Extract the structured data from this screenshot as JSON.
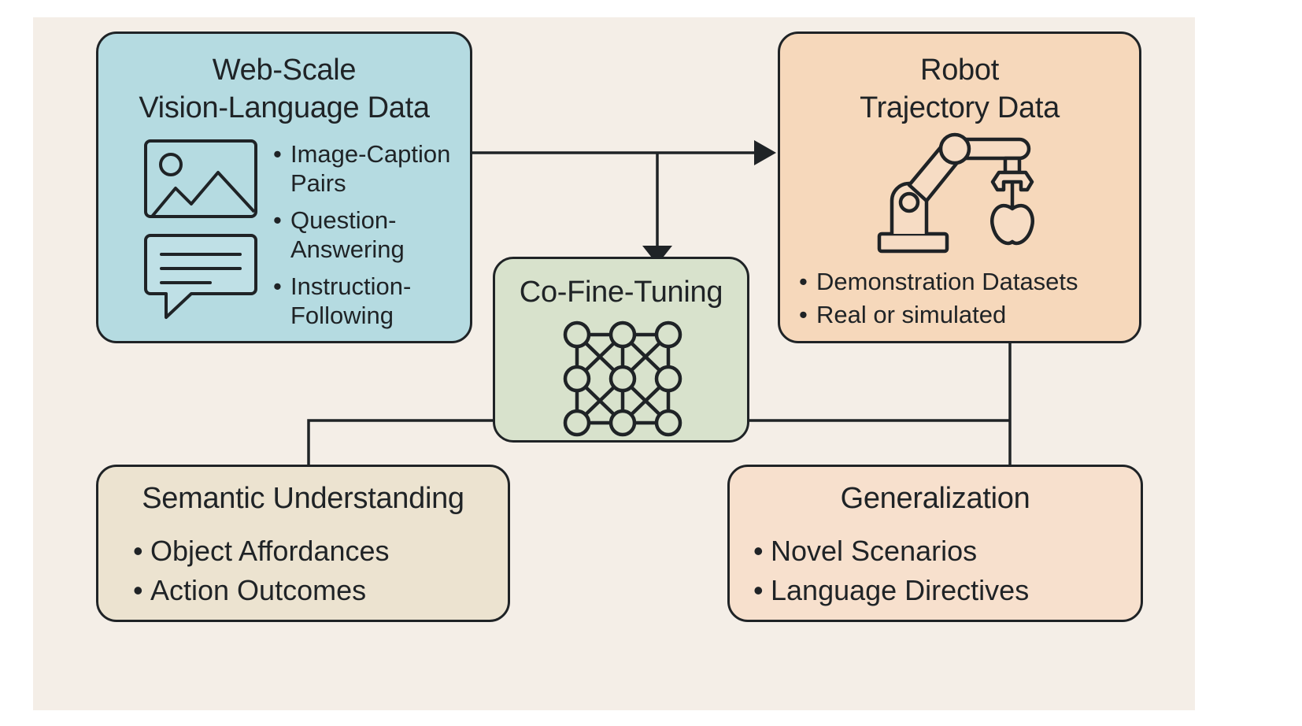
{
  "nodes": {
    "web_data": {
      "title_line1": "Web-Scale",
      "title_line2": "Vision-Language Data",
      "items": [
        {
          "line1": "Image-Caption",
          "line2": "Pairs"
        },
        {
          "line1": "Question-",
          "line2": "Answering"
        },
        {
          "line1": "Instruction-",
          "line2": "Following"
        }
      ],
      "icons": [
        "image-icon",
        "chat-bubble-icon"
      ],
      "color": "#b5dbe1"
    },
    "robot_data": {
      "title_line1": "Robot",
      "title_line2": "Trajectory Data",
      "items": [
        "Demonstration Datasets",
        "Real or simulated"
      ],
      "icons": [
        "robot-arm-icon",
        "apple-icon"
      ],
      "color": "#f6d8bb"
    },
    "co_fine_tuning": {
      "title": "Co-Fine-Tuning",
      "icons": [
        "neural-network-icon"
      ],
      "color": "#d8e2cc"
    },
    "semantic_understanding": {
      "title": "Semantic Understanding",
      "items": [
        "Object Affordances",
        "Action Outcomes"
      ],
      "color": "#ece3d0"
    },
    "generalization": {
      "title": "Generalization",
      "items": [
        "Novel Scenarios",
        "Language Directives"
      ],
      "color": "#f7e0cd"
    }
  },
  "edges": [
    {
      "from": "web_data",
      "to": "robot_data"
    },
    {
      "from": "web_data",
      "to": "co_fine_tuning"
    },
    {
      "from": "co_fine_tuning",
      "to": "semantic_understanding"
    },
    {
      "from": "co_fine_tuning",
      "to": "generalization"
    },
    {
      "from": "robot_data",
      "to": "generalization"
    }
  ],
  "background_color": "#f4eee7"
}
